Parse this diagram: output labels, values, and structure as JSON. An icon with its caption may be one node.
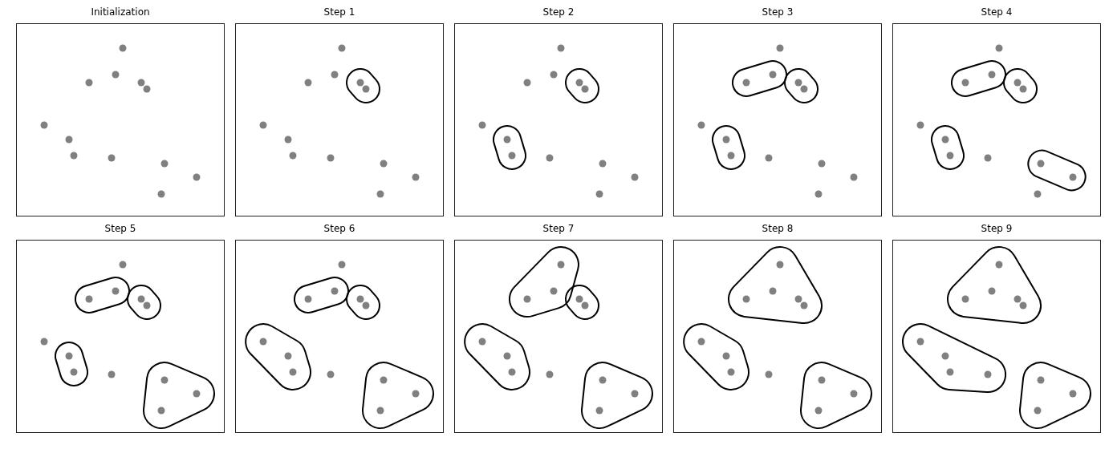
{
  "diagram": {
    "nodes": [
      {
        "text": [
          "Initialization"
        ]
      },
      {
        "text": [
          "Step 1"
        ]
      },
      {
        "text": [
          "Step 2"
        ]
      },
      {
        "text": [
          "Step 3"
        ]
      },
      {
        "text": [
          "Step 4"
        ]
      },
      {
        "text": [
          "Step 5"
        ]
      },
      {
        "text": [
          "Step 6"
        ]
      },
      {
        "text": [
          "Step 7"
        ]
      },
      {
        "text": [
          "Step 8"
        ]
      },
      {
        "text": [
          "Step 9"
        ]
      }
    ],
    "edges": []
  }
}
